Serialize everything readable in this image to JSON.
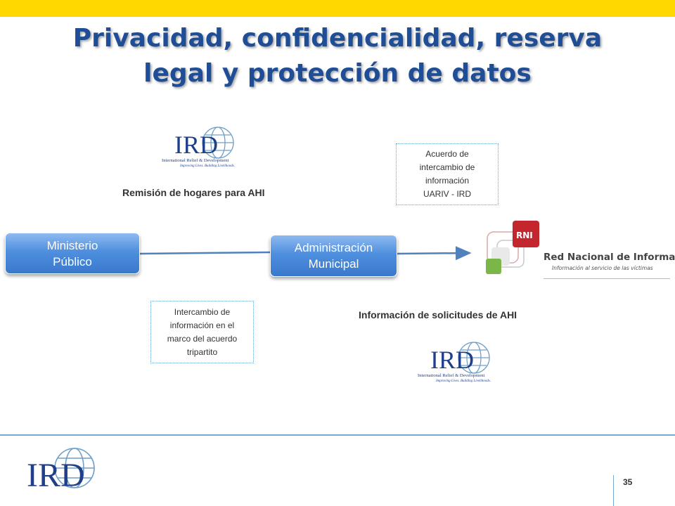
{
  "slide": {
    "title_line1": "Privacidad, confidencialidad, reserva",
    "title_line2": "legal y protección de datos",
    "page_number": "35"
  },
  "labels": {
    "remision": "Remisión de hogares para AHI",
    "informacion_solicitudes": "Información de solicitudes de AHI"
  },
  "notes": {
    "acuerdo": [
      "Acuerdo de",
      "intercambio de",
      "información",
      "UARIV - IRD"
    ],
    "intercambio": [
      "Intercambio de",
      "información en el",
      "marco del acuerdo",
      "tripartito"
    ]
  },
  "nodes": {
    "ministerio": [
      "Ministerio",
      "Público"
    ],
    "administracion": [
      "Administración",
      "Municipal"
    ]
  },
  "logos": {
    "ird": {
      "wordmark": "IRD",
      "name": "International Relief & Development",
      "tagline": "Improving Lives. Building Livelihoods."
    },
    "rni": {
      "badge": "RNI",
      "title": "Red Nacional de Información",
      "subtitle": "Información al servicio de las víctimas"
    }
  },
  "colors": {
    "accent_yellow": "#ffd800",
    "title_blue": "#1f4e96",
    "node_blue": "#4e8fde",
    "ird_blue": "#1f3f8a",
    "rni_red": "#c4262e",
    "rni_green": "#7ab648"
  }
}
